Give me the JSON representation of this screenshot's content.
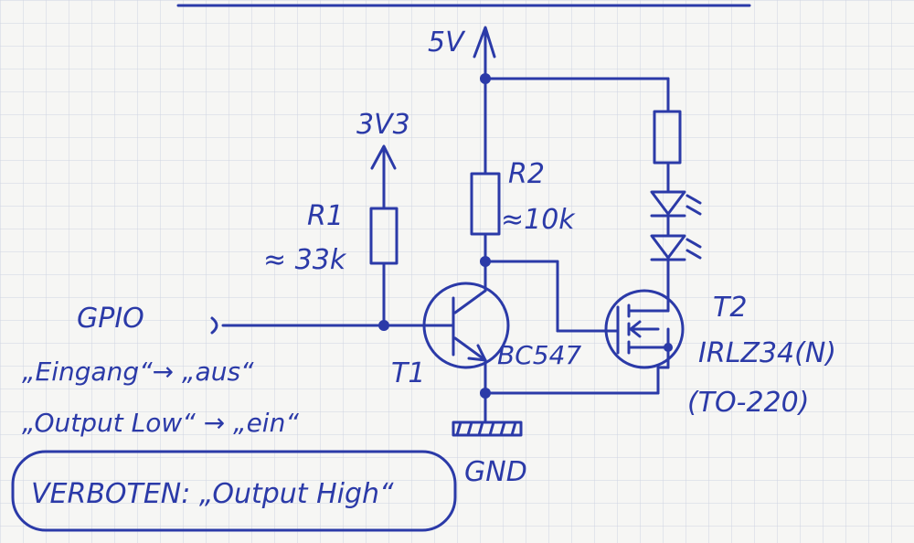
{
  "labels": {
    "supply_5v": "5V",
    "supply_3v3": "3V3",
    "r1_name": "R1",
    "r1_value": "≈ 33k",
    "r2_name": "R2",
    "r2_value": "≈10k",
    "gpio": "GPIO",
    "t1_name": "T1",
    "t1_part": "BC547",
    "t2_name": "T2",
    "t2_part": "IRLZ34(N)",
    "t2_package": "(TO-220)",
    "gnd": "GND"
  },
  "notes": {
    "line1": "„Eingang“→ „aus“",
    "line2": "„Output Low“ → „ein“",
    "warning": "VERBOTEN: „Output High“"
  },
  "colors": {
    "ink": "#2b3aa8",
    "grid": "#cfd4e2",
    "paper": "#f6f6f4"
  }
}
